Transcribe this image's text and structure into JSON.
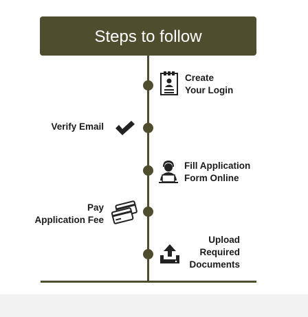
{
  "title": "Steps to follow",
  "colors": {
    "accent": "#4e4d2e",
    "background": "#ffffff",
    "footer": "#f2f2f2"
  },
  "steps": [
    {
      "icon": "resume-document-icon",
      "lines": [
        "Create",
        "Your Login"
      ],
      "side": "right"
    },
    {
      "icon": "checkmark-icon",
      "lines": [
        "Verify Email"
      ],
      "side": "left"
    },
    {
      "icon": "user-computer-icon",
      "lines": [
        "Fill Application",
        "Form Online"
      ],
      "side": "right"
    },
    {
      "icon": "credit-card-icon",
      "lines": [
        "Pay",
        "Application Fee"
      ],
      "side": "left"
    },
    {
      "icon": "upload-icon",
      "lines": [
        "Upload",
        "Required",
        "Documents"
      ],
      "side": "right"
    }
  ]
}
